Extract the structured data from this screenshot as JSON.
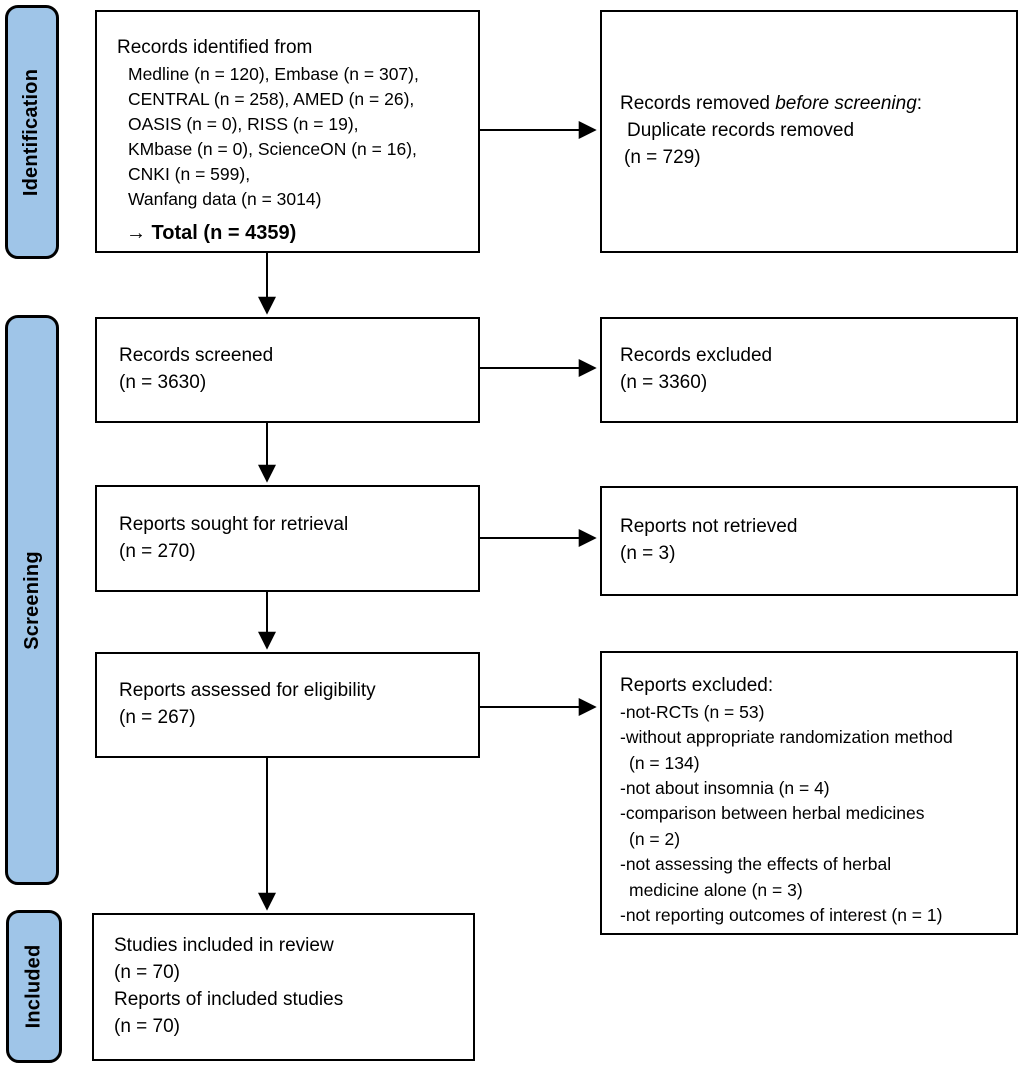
{
  "accent_color": "#9FC5E8",
  "sidebar": {
    "labels": [
      {
        "id": "identification",
        "text": "Identification"
      },
      {
        "id": "screening",
        "text": "Screening"
      },
      {
        "id": "included",
        "text": "Included"
      }
    ]
  },
  "boxes": {
    "identified": {
      "title": "Records identified from",
      "sources": [
        "Medline (n = 120), Embase (n = 307),",
        "CENTRAL (n = 258), AMED (n = 26),",
        "OASIS (n = 0), RISS (n = 19),",
        "KMbase (n = 0), ScienceON (n = 16),",
        "CNKI (n = 599),",
        "Wanfang data (n = 3014)"
      ],
      "total": "→ Total (n = 4359)"
    },
    "removed": {
      "line1_prefix": "Records removed ",
      "line1_italic": "before screening",
      "line1_suffix": ":",
      "line2": "Duplicate records removed",
      "line3": "(n = 729)"
    },
    "screened": {
      "line1": "Records screened",
      "line2": "(n = 3630)"
    },
    "excluded_records": {
      "line1": "Records excluded",
      "line2": "(n = 3360)"
    },
    "sought": {
      "line1": "Reports sought for retrieval",
      "line2": "(n = 270)"
    },
    "not_retrieved": {
      "line1": "Reports not retrieved",
      "line2": "(n = 3)"
    },
    "assessed": {
      "line1": "Reports assessed for eligibility",
      "line2": "(n = 267)"
    },
    "excluded_reports": {
      "title": "Reports excluded:",
      "lines": [
        {
          "text": "-not-RCTs (n = 53)"
        },
        {
          "text": "-without appropriate randomization method"
        },
        {
          "text": "(n = 134)"
        },
        {
          "text": "-not about insomnia (n = 4)"
        },
        {
          "text": "-comparison between herbal medicines"
        },
        {
          "text": "(n = 2)"
        },
        {
          "text": "-not assessing the effects of herbal"
        },
        {
          "text": "medicine alone (n = 3)"
        },
        {
          "text": "-not reporting outcomes of interest (n = 1)"
        }
      ]
    },
    "included_studies": {
      "line1": "Studies included in review",
      "line2": "(n = 70)",
      "line3": "Reports of included studies",
      "line4": "(n = 70)"
    }
  }
}
